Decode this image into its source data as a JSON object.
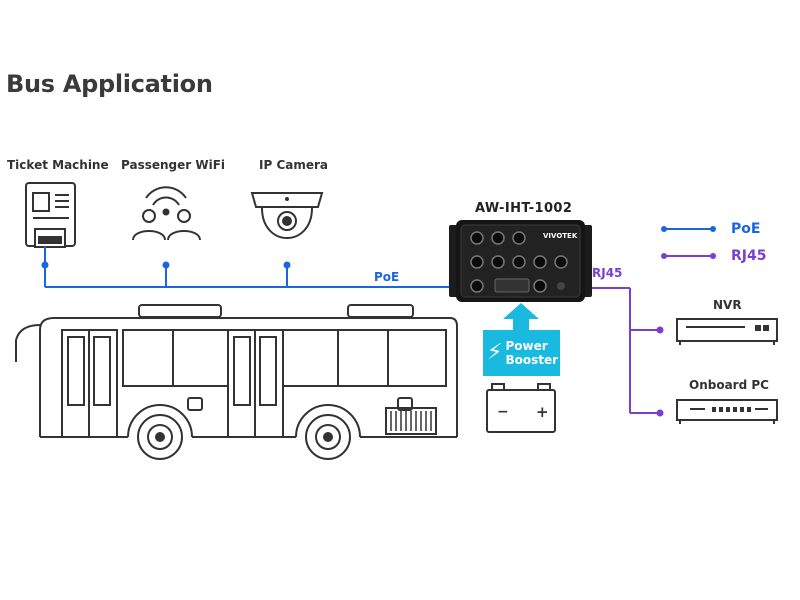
{
  "title": "Bus Application",
  "devices": {
    "ticket_machine": "Ticket Machine",
    "passenger_wifi": "Passenger WiFi",
    "ip_camera": "IP Camera"
  },
  "switch": {
    "model": "AW-IHT-1002",
    "brand": "VIVOTEK"
  },
  "links": {
    "poe": "PoE",
    "rj45": "RJ45"
  },
  "legend": {
    "poe": "PoE",
    "rj45": "RJ45"
  },
  "power_booster": {
    "line1": "Power",
    "line2": "Booster"
  },
  "battery": {
    "minus": "−",
    "plus": "+"
  },
  "outputs": {
    "nvr": "NVR",
    "onboard_pc": "Onboard PC"
  },
  "colors": {
    "poe": "#1a66e0",
    "rj45": "#7a3fd0",
    "booster": "#19b9e0",
    "outline": "#333333"
  }
}
